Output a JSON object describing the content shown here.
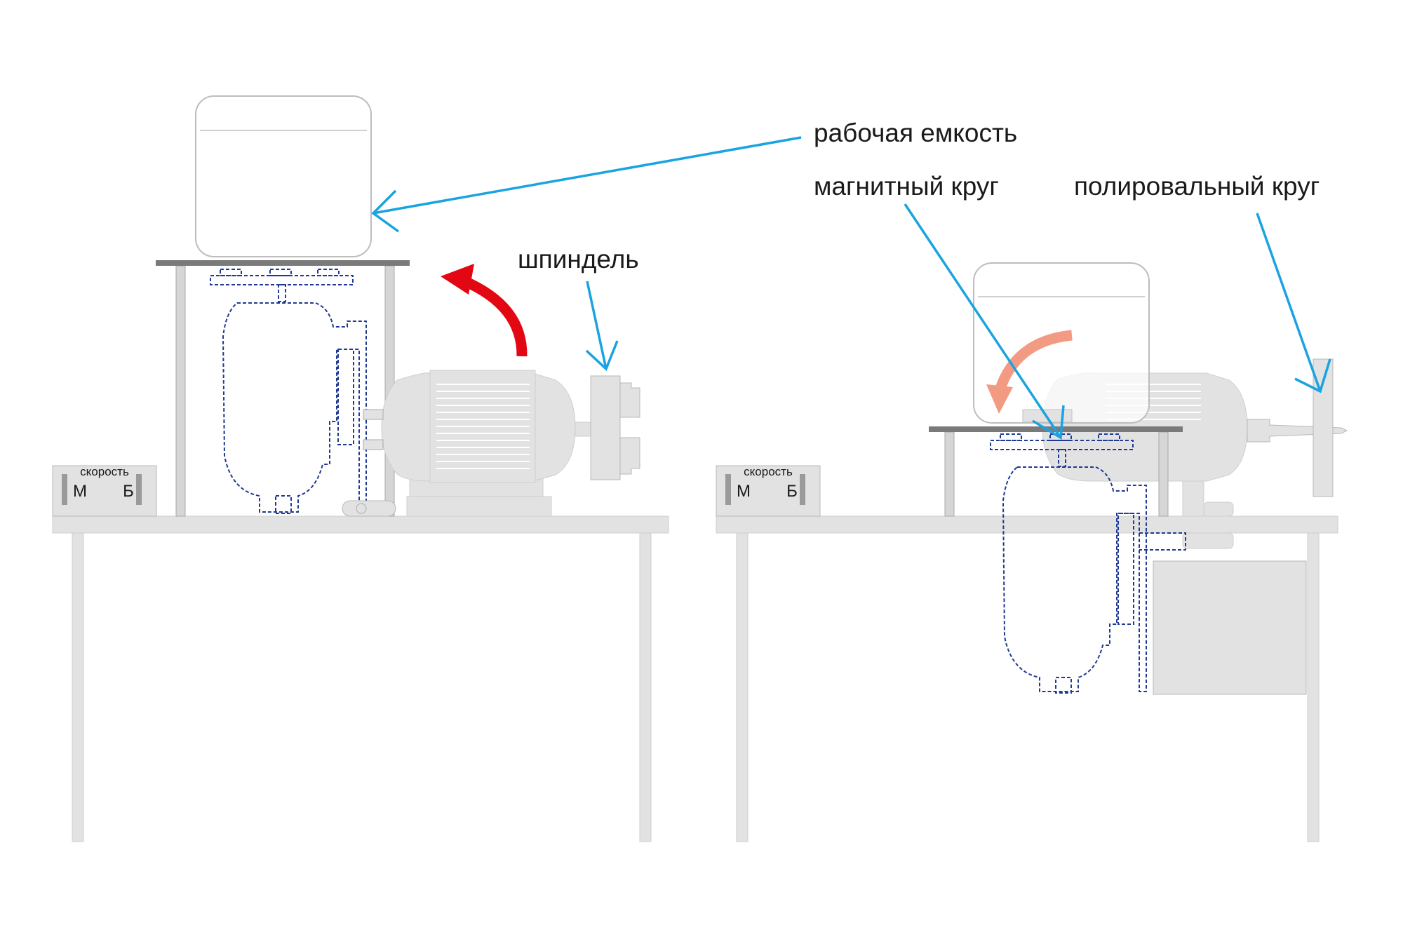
{
  "colors": {
    "leader": "#1aa3e0",
    "rotate_arrow_1": "#e30613",
    "rotate_arrow_2": "#f39a82",
    "dashed_outline": "#1f3a93",
    "equipment_fill": "#e2e2e2",
    "equipment_stroke": "#cfcfcf",
    "plate": "#7a7a7a"
  },
  "labels": {
    "working_container": "рабочая емкость",
    "magnetic_wheel": "магнитный круг",
    "polishing_wheel": "полировальный круг",
    "spindle": "шпиндель"
  },
  "speed_panel": {
    "title": "скорость",
    "low": "М",
    "high": "Б"
  }
}
